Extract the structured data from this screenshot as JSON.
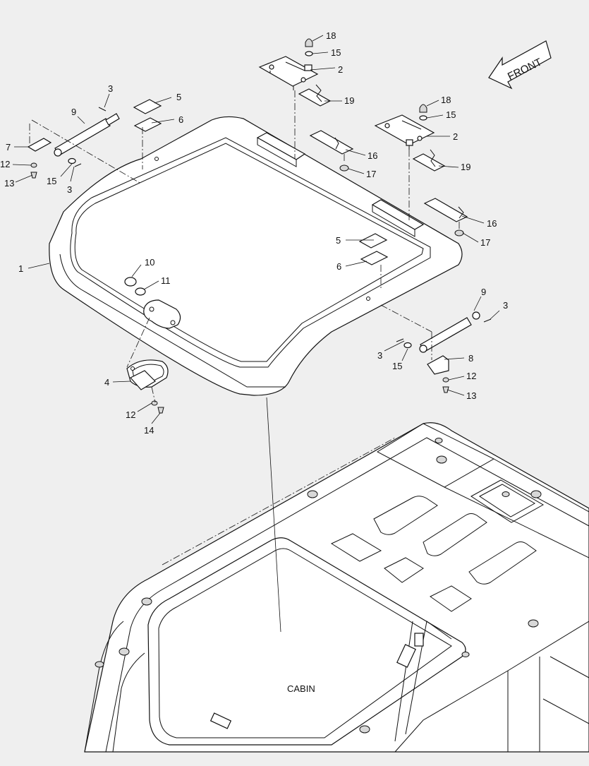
{
  "diagram": {
    "cabin_label": "CABIN",
    "front_label": "FRONT",
    "callouts": {
      "c1": "1",
      "c2a": "2",
      "c2b": "2",
      "c3a": "3",
      "c3b": "3",
      "c3c": "3",
      "c3d": "3",
      "c4": "4",
      "c5a": "5",
      "c5b": "5",
      "c6a": "6",
      "c6b": "6",
      "c7": "7",
      "c8": "8",
      "c9a": "9",
      "c9b": "9",
      "c10": "10",
      "c11": "11",
      "c12a": "12",
      "c12b": "12",
      "c12c": "12",
      "c13a": "13",
      "c13b": "13",
      "c14": "14",
      "c15a": "15",
      "c15b": "15",
      "c15c": "15",
      "c15d": "15",
      "c16a": "16",
      "c16b": "16",
      "c17a": "17",
      "c17b": "17",
      "c18a": "18",
      "c18b": "18",
      "c19a": "19",
      "c19b": "19"
    }
  }
}
